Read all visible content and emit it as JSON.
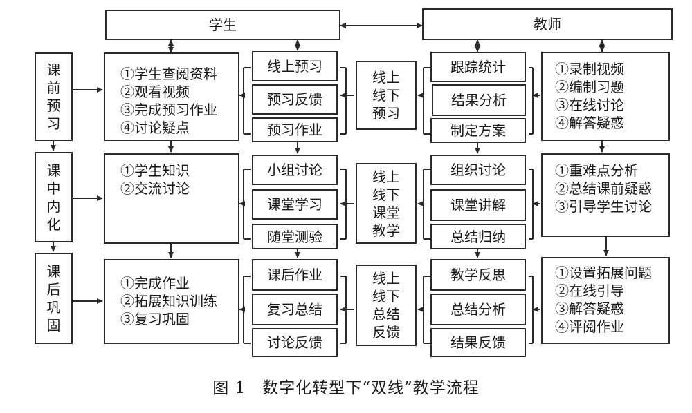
{
  "header": {
    "student": "学生",
    "teacher": "教师"
  },
  "phases": {
    "pre": {
      "label": [
        "课",
        "前",
        "预",
        "习"
      ]
    },
    "mid": {
      "label": [
        "课",
        "中",
        "内",
        "化"
      ]
    },
    "post": {
      "label": [
        "课",
        "后",
        "巩",
        "固"
      ]
    }
  },
  "student_lists": {
    "pre": [
      "①学生查阅资料",
      "②观看视频",
      "③完成预习作业",
      "④讨论疑点"
    ],
    "mid": [
      "①学生知识",
      "②交流讨论"
    ],
    "post": [
      "①完成作业",
      "②拓展知识训练",
      "③复习巩固"
    ]
  },
  "student_activities": {
    "pre": [
      "线上预习",
      "预习反馈",
      "预习作业"
    ],
    "mid": [
      "小组讨论",
      "课堂学习",
      "随堂测验"
    ],
    "post": [
      "课后作业",
      "复习总结",
      "讨论反馈"
    ]
  },
  "center": {
    "pre": [
      "线上",
      "线下",
      "预习"
    ],
    "mid": [
      "线上",
      "线下",
      "课堂",
      "教学"
    ],
    "post": [
      "线上",
      "线下",
      "总结",
      "反馈"
    ]
  },
  "teacher_activities": {
    "pre": [
      "跟踪统计",
      "结果分析",
      "制定方案"
    ],
    "mid": [
      "组织讨论",
      "课堂讲解",
      "总结归纳"
    ],
    "post": [
      "教学反思",
      "总结分析",
      "结果反馈"
    ]
  },
  "teacher_lists": {
    "pre": [
      "①录制视频",
      "②编制习题",
      "③在线讨论",
      "④解答疑惑"
    ],
    "mid": [
      "①重难点分析",
      "②总结课前疑惑",
      "③引导学生讨论"
    ],
    "post": [
      "①设置拓展问题",
      "②在线引导",
      "③解答疑惑",
      "④评阅作业"
    ]
  },
  "caption": "图 1　数字化转型下“双线”教学流程"
}
